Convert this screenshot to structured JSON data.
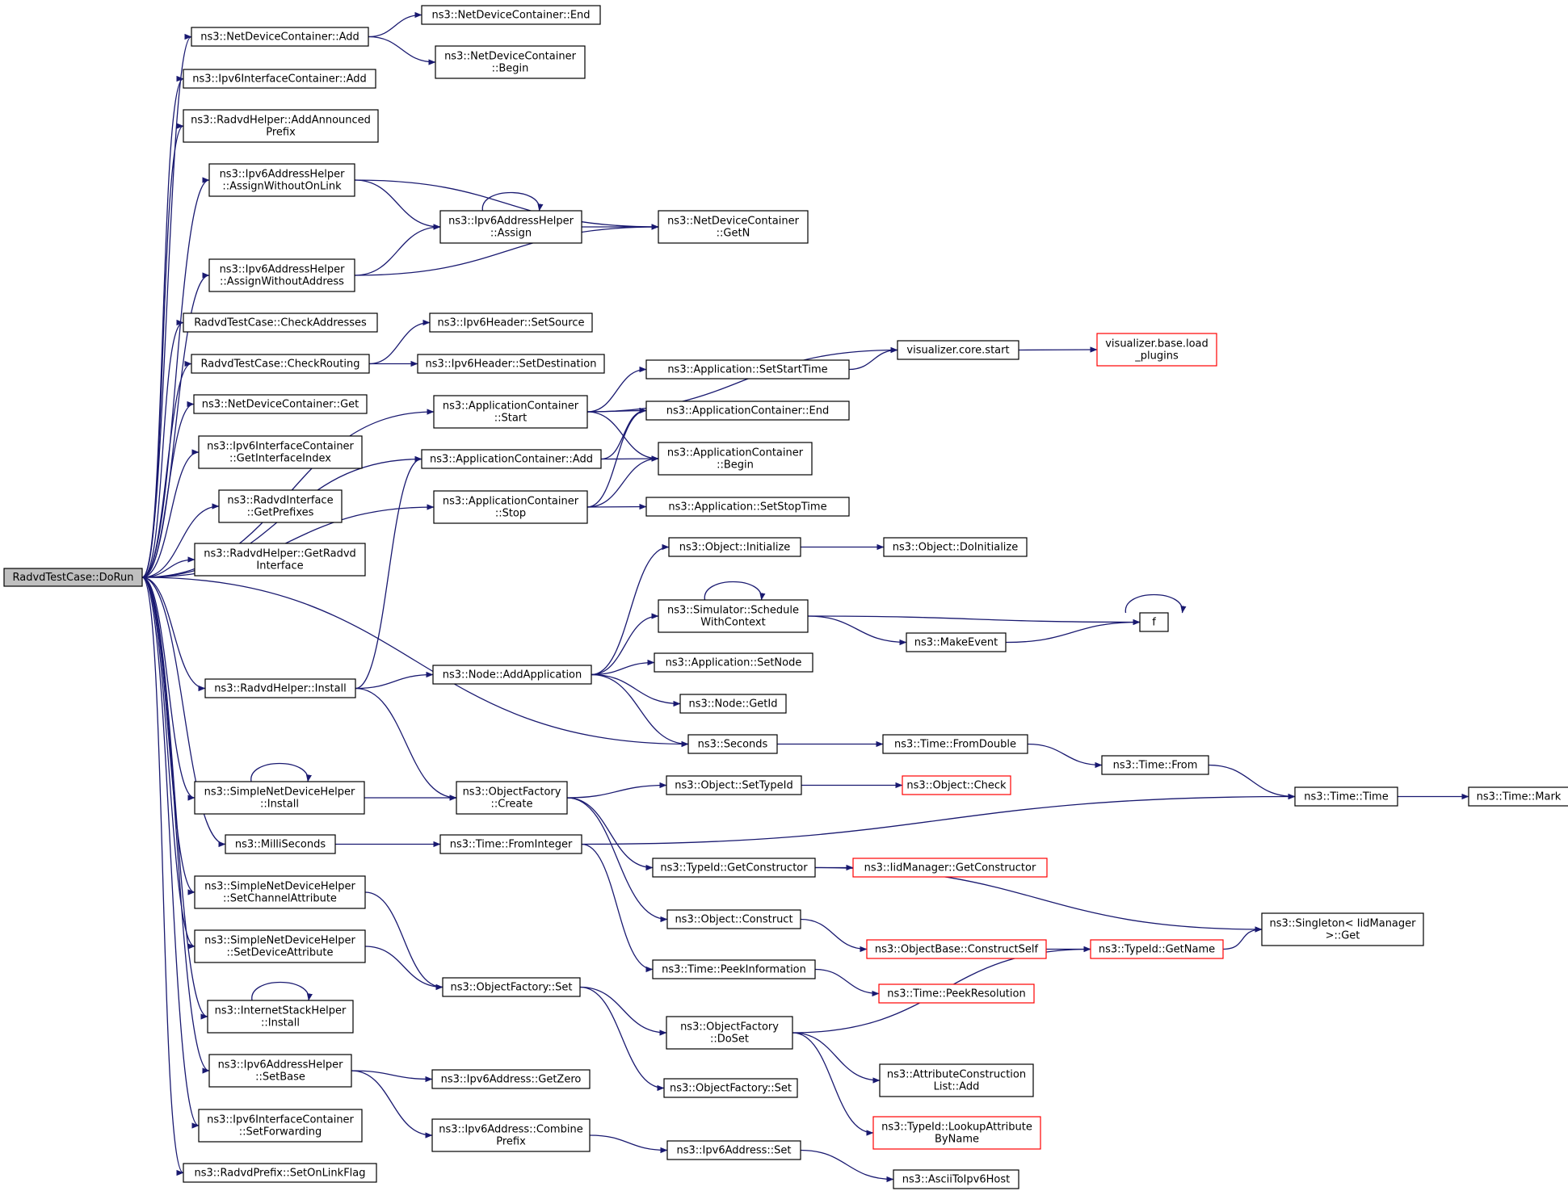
{
  "graph": {
    "root": "n1",
    "edge_color": "#191970",
    "truncated_node_color": "#ff0000",
    "nodes": [
      {
        "id": "n1",
        "lines": [
          "RadvdTestCase::DoRun"
        ]
      },
      {
        "id": "n2",
        "lines": [
          "ns3::NetDeviceContainer::Add"
        ]
      },
      {
        "id": "n3",
        "lines": [
          "ns3::NetDeviceContainer::End"
        ]
      },
      {
        "id": "n4",
        "lines": [
          "ns3::NetDeviceContainer",
          "::Begin"
        ]
      },
      {
        "id": "n5",
        "lines": [
          "ns3::Ipv6InterfaceContainer::Add"
        ]
      },
      {
        "id": "n6",
        "lines": [
          "ns3::RadvdHelper::AddAnnounced",
          "Prefix"
        ]
      },
      {
        "id": "n7",
        "lines": [
          "ns3::Ipv6AddressHelper",
          "::AssignWithoutOnLink"
        ]
      },
      {
        "id": "n8",
        "lines": [
          "ns3::Ipv6AddressHelper",
          "::Assign"
        ]
      },
      {
        "id": "n9",
        "lines": [
          "ns3::NetDeviceContainer",
          "::GetN"
        ]
      },
      {
        "id": "n10",
        "lines": [
          "ns3::Ipv6AddressHelper",
          "::AssignWithoutAddress"
        ]
      },
      {
        "id": "n11",
        "lines": [
          "RadvdTestCase::CheckAddresses"
        ]
      },
      {
        "id": "n12",
        "lines": [
          "RadvdTestCase::CheckRouting"
        ]
      },
      {
        "id": "n13",
        "lines": [
          "ns3::Ipv6Header::SetSource"
        ]
      },
      {
        "id": "n14",
        "lines": [
          "ns3::Ipv6Header::SetDestination"
        ]
      },
      {
        "id": "n15",
        "lines": [
          "ns3::NetDeviceContainer::Get"
        ]
      },
      {
        "id": "n16",
        "lines": [
          "ns3::Ipv6InterfaceContainer",
          "::GetInterfaceIndex"
        ]
      },
      {
        "id": "n17",
        "lines": [
          "ns3::RadvdInterface",
          "::GetPrefixes"
        ]
      },
      {
        "id": "n18",
        "lines": [
          "ns3::RadvdHelper::GetRadvd",
          "Interface"
        ]
      },
      {
        "id": "n19",
        "lines": [
          "ns3::ApplicationContainer",
          "::Start"
        ]
      },
      {
        "id": "n20",
        "lines": [
          "visualizer.core.start"
        ]
      },
      {
        "id": "n21",
        "lines": [
          "visualizer.base.load",
          "_plugins"
        ],
        "truncated": true
      },
      {
        "id": "n22",
        "lines": [
          "ns3::Application::SetStartTime"
        ]
      },
      {
        "id": "n23",
        "lines": [
          "ns3::ApplicationContainer::End"
        ]
      },
      {
        "id": "n24",
        "lines": [
          "ns3::ApplicationContainer",
          "::Begin"
        ]
      },
      {
        "id": "n25",
        "lines": [
          "ns3::ApplicationContainer::Add"
        ]
      },
      {
        "id": "n26",
        "lines": [
          "ns3::ApplicationContainer",
          "::Stop"
        ]
      },
      {
        "id": "n27",
        "lines": [
          "ns3::Application::SetStopTime"
        ]
      },
      {
        "id": "n28",
        "lines": [
          "ns3::RadvdHelper::Install"
        ]
      },
      {
        "id": "n29",
        "lines": [
          "ns3::Node::AddApplication"
        ]
      },
      {
        "id": "n30",
        "lines": [
          "ns3::Object::Initialize"
        ]
      },
      {
        "id": "n31",
        "lines": [
          "ns3::Object::DoInitialize"
        ]
      },
      {
        "id": "n32",
        "lines": [
          "ns3::Simulator::Schedule",
          "WithContext"
        ]
      },
      {
        "id": "n33",
        "lines": [
          "f"
        ]
      },
      {
        "id": "n34",
        "lines": [
          "ns3::MakeEvent"
        ]
      },
      {
        "id": "n35",
        "lines": [
          "ns3::Application::SetNode"
        ]
      },
      {
        "id": "n36",
        "lines": [
          "ns3::Node::GetId"
        ]
      },
      {
        "id": "n37",
        "lines": [
          "ns3::Seconds"
        ]
      },
      {
        "id": "n38",
        "lines": [
          "ns3::Time::FromDouble"
        ]
      },
      {
        "id": "n39",
        "lines": [
          "ns3::Time::From"
        ]
      },
      {
        "id": "n40",
        "lines": [
          "ns3::Time::Time"
        ]
      },
      {
        "id": "n41",
        "lines": [
          "ns3::Time::Mark"
        ]
      },
      {
        "id": "n42",
        "lines": [
          "ns3::ObjectFactory",
          "::Create"
        ]
      },
      {
        "id": "n43",
        "lines": [
          "ns3::Object::SetTypeId"
        ]
      },
      {
        "id": "n44",
        "lines": [
          "ns3::Object::Check"
        ],
        "truncated": true
      },
      {
        "id": "n45",
        "lines": [
          "ns3::TypeId::GetConstructor"
        ]
      },
      {
        "id": "n46",
        "lines": [
          "ns3::IidManager::GetConstructor"
        ],
        "truncated": true
      },
      {
        "id": "n47",
        "lines": [
          "ns3::Singleton< IidManager",
          " >::Get"
        ]
      },
      {
        "id": "n48",
        "lines": [
          "ns3::Object::Construct"
        ]
      },
      {
        "id": "n49",
        "lines": [
          "ns3::ObjectBase::ConstructSelf"
        ],
        "truncated": true
      },
      {
        "id": "n50",
        "lines": [
          "ns3::TypeId::GetName"
        ],
        "truncated": true
      },
      {
        "id": "n51",
        "lines": [
          "ns3::SimpleNetDeviceHelper",
          "::Install"
        ]
      },
      {
        "id": "n52",
        "lines": [
          "ns3::MilliSeconds"
        ]
      },
      {
        "id": "n53",
        "lines": [
          "ns3::Time::FromInteger"
        ]
      },
      {
        "id": "n54",
        "lines": [
          "ns3::Time::PeekInformation"
        ]
      },
      {
        "id": "n55",
        "lines": [
          "ns3::Time::PeekResolution"
        ],
        "truncated": true
      },
      {
        "id": "n56",
        "lines": [
          "ns3::SimpleNetDeviceHelper",
          "::SetChannelAttribute"
        ]
      },
      {
        "id": "n57",
        "lines": [
          "ns3::ObjectFactory::Set"
        ]
      },
      {
        "id": "n58",
        "lines": [
          "ns3::ObjectFactory",
          "::DoSet"
        ]
      },
      {
        "id": "n59",
        "lines": [
          "ns3::AttributeConstruction",
          "List::Add"
        ]
      },
      {
        "id": "n60",
        "lines": [
          "ns3::TypeId::LookupAttribute",
          "ByName"
        ],
        "truncated": true
      },
      {
        "id": "n61",
        "lines": [
          "ns3::ObjectFactory::Set"
        ]
      },
      {
        "id": "n62",
        "lines": [
          "ns3::SimpleNetDeviceHelper",
          "::SetDeviceAttribute"
        ]
      },
      {
        "id": "n63",
        "lines": [
          "ns3::InternetStackHelper",
          "::Install"
        ]
      },
      {
        "id": "n64",
        "lines": [
          "ns3::Ipv6AddressHelper",
          "::SetBase"
        ]
      },
      {
        "id": "n65",
        "lines": [
          "ns3::Ipv6Address::GetZero"
        ]
      },
      {
        "id": "n66",
        "lines": [
          "ns3::Ipv6Address::Combine",
          "Prefix"
        ]
      },
      {
        "id": "n67",
        "lines": [
          "ns3::Ipv6Address::Set"
        ]
      },
      {
        "id": "n68",
        "lines": [
          "ns3::AsciiToIpv6Host"
        ]
      },
      {
        "id": "n69",
        "lines": [
          "ns3::Ipv6InterfaceContainer",
          "::SetForwarding"
        ]
      },
      {
        "id": "n70",
        "lines": [
          "ns3::RadvdPrefix::SetOnLinkFlag"
        ]
      }
    ],
    "edges": [
      [
        "n1",
        "n2"
      ],
      [
        "n2",
        "n3"
      ],
      [
        "n2",
        "n4"
      ],
      [
        "n1",
        "n5"
      ],
      [
        "n1",
        "n6"
      ],
      [
        "n1",
        "n7"
      ],
      [
        "n7",
        "n8"
      ],
      [
        "n7",
        "n9"
      ],
      [
        "n8",
        "n8"
      ],
      [
        "n8",
        "n9"
      ],
      [
        "n1",
        "n10"
      ],
      [
        "n10",
        "n8"
      ],
      [
        "n10",
        "n9"
      ],
      [
        "n1",
        "n11"
      ],
      [
        "n1",
        "n12"
      ],
      [
        "n12",
        "n13"
      ],
      [
        "n12",
        "n14"
      ],
      [
        "n1",
        "n15"
      ],
      [
        "n1",
        "n16"
      ],
      [
        "n1",
        "n17"
      ],
      [
        "n1",
        "n18"
      ],
      [
        "n1",
        "n19"
      ],
      [
        "n19",
        "n20"
      ],
      [
        "n20",
        "n21"
      ],
      [
        "n19",
        "n22"
      ],
      [
        "n22",
        "n20"
      ],
      [
        "n19",
        "n23"
      ],
      [
        "n19",
        "n24"
      ],
      [
        "n1",
        "n25"
      ],
      [
        "n25",
        "n23"
      ],
      [
        "n25",
        "n24"
      ],
      [
        "n1",
        "n26"
      ],
      [
        "n26",
        "n23"
      ],
      [
        "n26",
        "n24"
      ],
      [
        "n26",
        "n27"
      ],
      [
        "n1",
        "n28"
      ],
      [
        "n28",
        "n25"
      ],
      [
        "n28",
        "n29"
      ],
      [
        "n29",
        "n30"
      ],
      [
        "n30",
        "n31"
      ],
      [
        "n29",
        "n32"
      ],
      [
        "n32",
        "n32"
      ],
      [
        "n32",
        "n33"
      ],
      [
        "n33",
        "n33"
      ],
      [
        "n32",
        "n34"
      ],
      [
        "n34",
        "n33"
      ],
      [
        "n29",
        "n35"
      ],
      [
        "n29",
        "n36"
      ],
      [
        "n29",
        "n37"
      ],
      [
        "n37",
        "n38"
      ],
      [
        "n38",
        "n39"
      ],
      [
        "n39",
        "n40"
      ],
      [
        "n40",
        "n41"
      ],
      [
        "n28",
        "n42"
      ],
      [
        "n42",
        "n43"
      ],
      [
        "n43",
        "n44"
      ],
      [
        "n42",
        "n45"
      ],
      [
        "n45",
        "n46"
      ],
      [
        "n45",
        "n47"
      ],
      [
        "n42",
        "n48"
      ],
      [
        "n48",
        "n49"
      ],
      [
        "n49",
        "n50"
      ],
      [
        "n50",
        "n47"
      ],
      [
        "n1",
        "n37"
      ],
      [
        "n1",
        "n51"
      ],
      [
        "n51",
        "n51"
      ],
      [
        "n51",
        "n42"
      ],
      [
        "n1",
        "n52"
      ],
      [
        "n52",
        "n53"
      ],
      [
        "n53",
        "n40"
      ],
      [
        "n53",
        "n54"
      ],
      [
        "n54",
        "n55"
      ],
      [
        "n1",
        "n56"
      ],
      [
        "n56",
        "n57"
      ],
      [
        "n57",
        "n58"
      ],
      [
        "n58",
        "n50"
      ],
      [
        "n58",
        "n59"
      ],
      [
        "n58",
        "n60"
      ],
      [
        "n57",
        "n61"
      ],
      [
        "n1",
        "n62"
      ],
      [
        "n62",
        "n57"
      ],
      [
        "n1",
        "n63"
      ],
      [
        "n63",
        "n63"
      ],
      [
        "n1",
        "n64"
      ],
      [
        "n64",
        "n65"
      ],
      [
        "n64",
        "n66"
      ],
      [
        "n66",
        "n67"
      ],
      [
        "n67",
        "n68"
      ],
      [
        "n1",
        "n69"
      ],
      [
        "n1",
        "n70"
      ]
    ]
  }
}
